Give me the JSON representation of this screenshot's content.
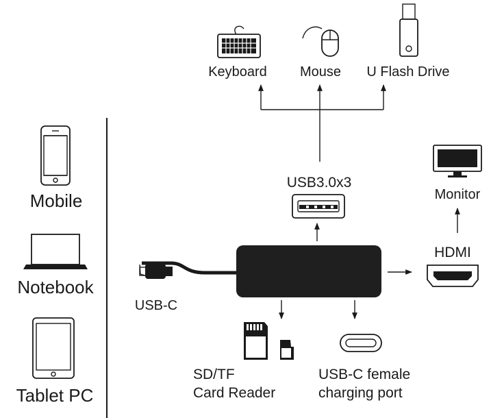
{
  "devices": {
    "mobile": "Mobile",
    "notebook": "Notebook",
    "tablet": "Tablet PC"
  },
  "peripherals": {
    "keyboard": "Keyboard",
    "mouse": "Mouse",
    "flash_drive": "U Flash Drive"
  },
  "ports": {
    "usb3": "USB3.0x3",
    "hdmi": "HDMI",
    "monitor": "Monitor",
    "usbc_cable": "USB-C",
    "card_reader_line1": "SD/TF",
    "card_reader_line2": "Card Reader",
    "charging_line1": "USB-C female",
    "charging_line2": "charging port"
  },
  "colors": {
    "ink": "#1a1a1a",
    "hub_body": "#1f1f1f",
    "background": "#ffffff"
  },
  "icons": {
    "mobile": "smartphone-icon",
    "notebook": "laptop-icon",
    "tablet": "tablet-icon",
    "keyboard": "keyboard-icon",
    "mouse": "mouse-icon",
    "flash_drive": "usb-flash-drive-icon",
    "monitor": "monitor-icon",
    "usb3_port": "usb-a-port-icon",
    "hdmi_port": "hdmi-port-icon",
    "sd_card": "sd-card-icon",
    "tf_card": "microsd-card-icon",
    "usbc_port": "usb-c-port-icon"
  }
}
